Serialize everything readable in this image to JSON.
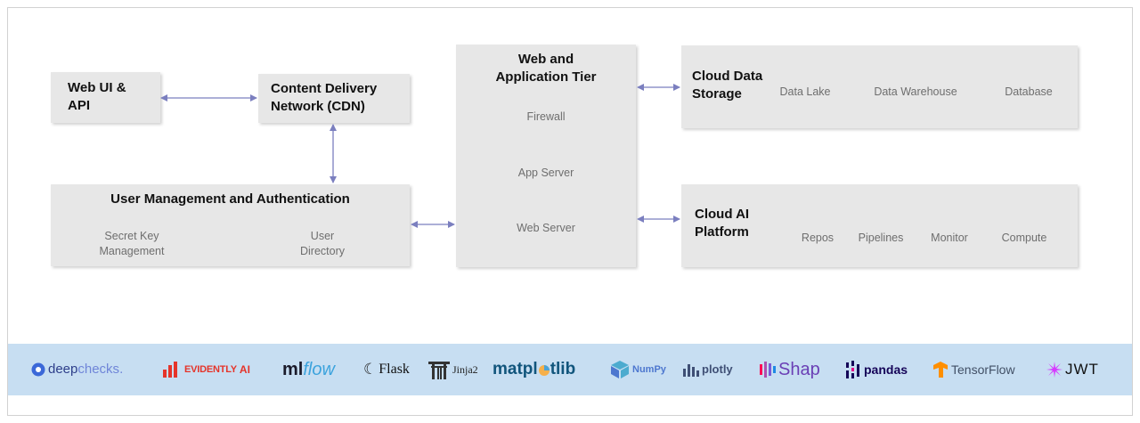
{
  "nodes": {
    "web_ui": {
      "title": "Web UI &\nAPI"
    },
    "cdn": {
      "title": "Content Delivery\nNetwork (CDN)"
    },
    "user_mgmt": {
      "title": "User Management and Authentication",
      "items": [
        "Secret Key\nManagement",
        "User\nDirectory"
      ]
    },
    "web_app_tier": {
      "title": "Web and\nApplication Tier",
      "items": [
        "Firewall",
        "App Server",
        "Web Server"
      ]
    },
    "cloud_data_storage": {
      "title": "Cloud Data\nStorage",
      "items": [
        "Data Lake",
        "Data Warehouse",
        "Database"
      ]
    },
    "cloud_ai_platform": {
      "title": "Cloud AI\nPlatform",
      "items": [
        "Repos",
        "Pipelines",
        "Monitor",
        "Compute"
      ]
    }
  },
  "edges": [
    {
      "from": "web_ui",
      "to": "cdn",
      "bidirectional": true
    },
    {
      "from": "cdn",
      "to": "user_mgmt",
      "bidirectional": true
    },
    {
      "from": "user_mgmt",
      "to": "web_app_tier",
      "bidirectional": true
    },
    {
      "from": "web_app_tier",
      "to": "cloud_data_storage",
      "bidirectional": true
    },
    {
      "from": "web_app_tier",
      "to": "cloud_ai_platform",
      "bidirectional": true
    }
  ],
  "tools_bar": {
    "logos": [
      {
        "name": "deepchecks",
        "part1": "deep",
        "part2": "checks",
        "part3": "."
      },
      {
        "name": "evidently",
        "part1": "EVIDENTLY",
        "part2": "AI"
      },
      {
        "name": "mlflow",
        "part1": "ml",
        "part2": "flow"
      },
      {
        "name": "flask",
        "part1": "Flask"
      },
      {
        "name": "jinja",
        "part1": "Jinja2"
      },
      {
        "name": "matplotlib",
        "part1": "matpl",
        "part2": "tlib"
      },
      {
        "name": "numpy",
        "part1": "NumPy"
      },
      {
        "name": "plotly",
        "part1": "plotly"
      },
      {
        "name": "shap",
        "part1": "Shap"
      },
      {
        "name": "pandas",
        "part1": "pandas"
      },
      {
        "name": "tensorflow",
        "part1": "TensorFlow"
      },
      {
        "name": "jwt",
        "part1": "JWT"
      }
    ]
  },
  "colors": {
    "box_fill": "#e7e7e7",
    "arrow": "#7b7fbf",
    "logo_bar": "#c7def2",
    "subtext": "#6e6e6e"
  }
}
